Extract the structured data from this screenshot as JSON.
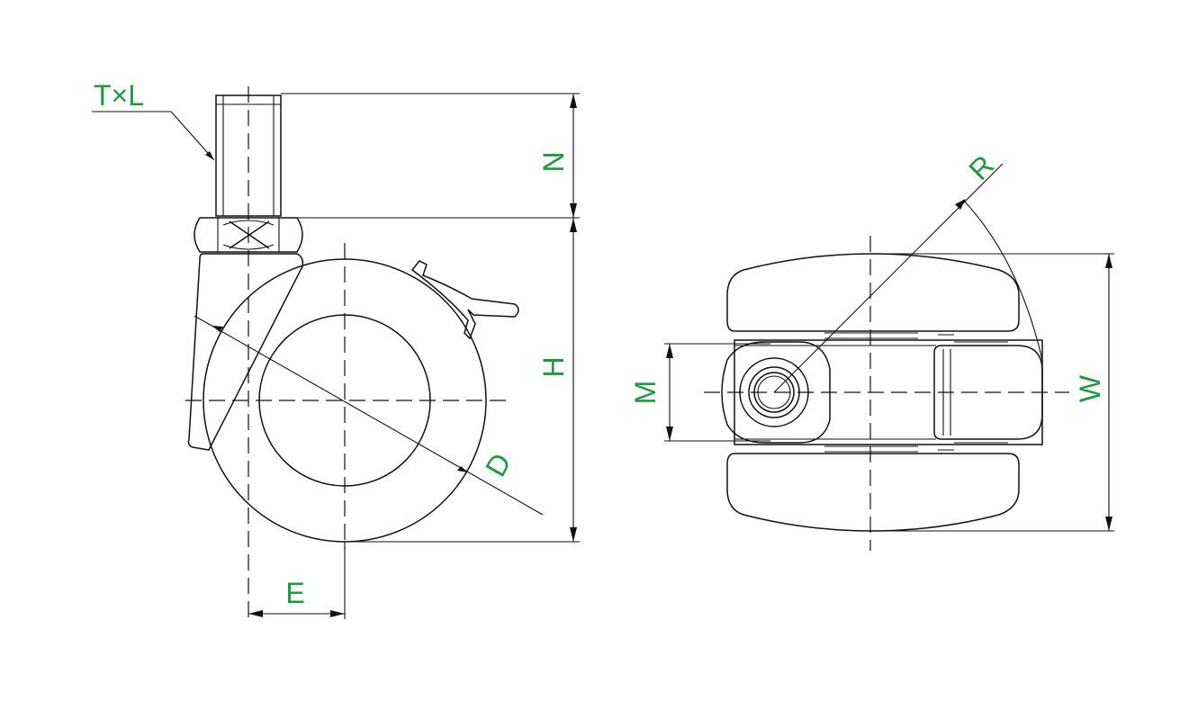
{
  "colors": {
    "line": "#111111",
    "label": "#1a9c3e",
    "background": "#ffffff"
  },
  "labels": {
    "thread": "T×L",
    "stem_length": "N",
    "height": "H",
    "diameter": "D",
    "offset": "E",
    "radius": "R",
    "mount": "M",
    "width": "W"
  }
}
